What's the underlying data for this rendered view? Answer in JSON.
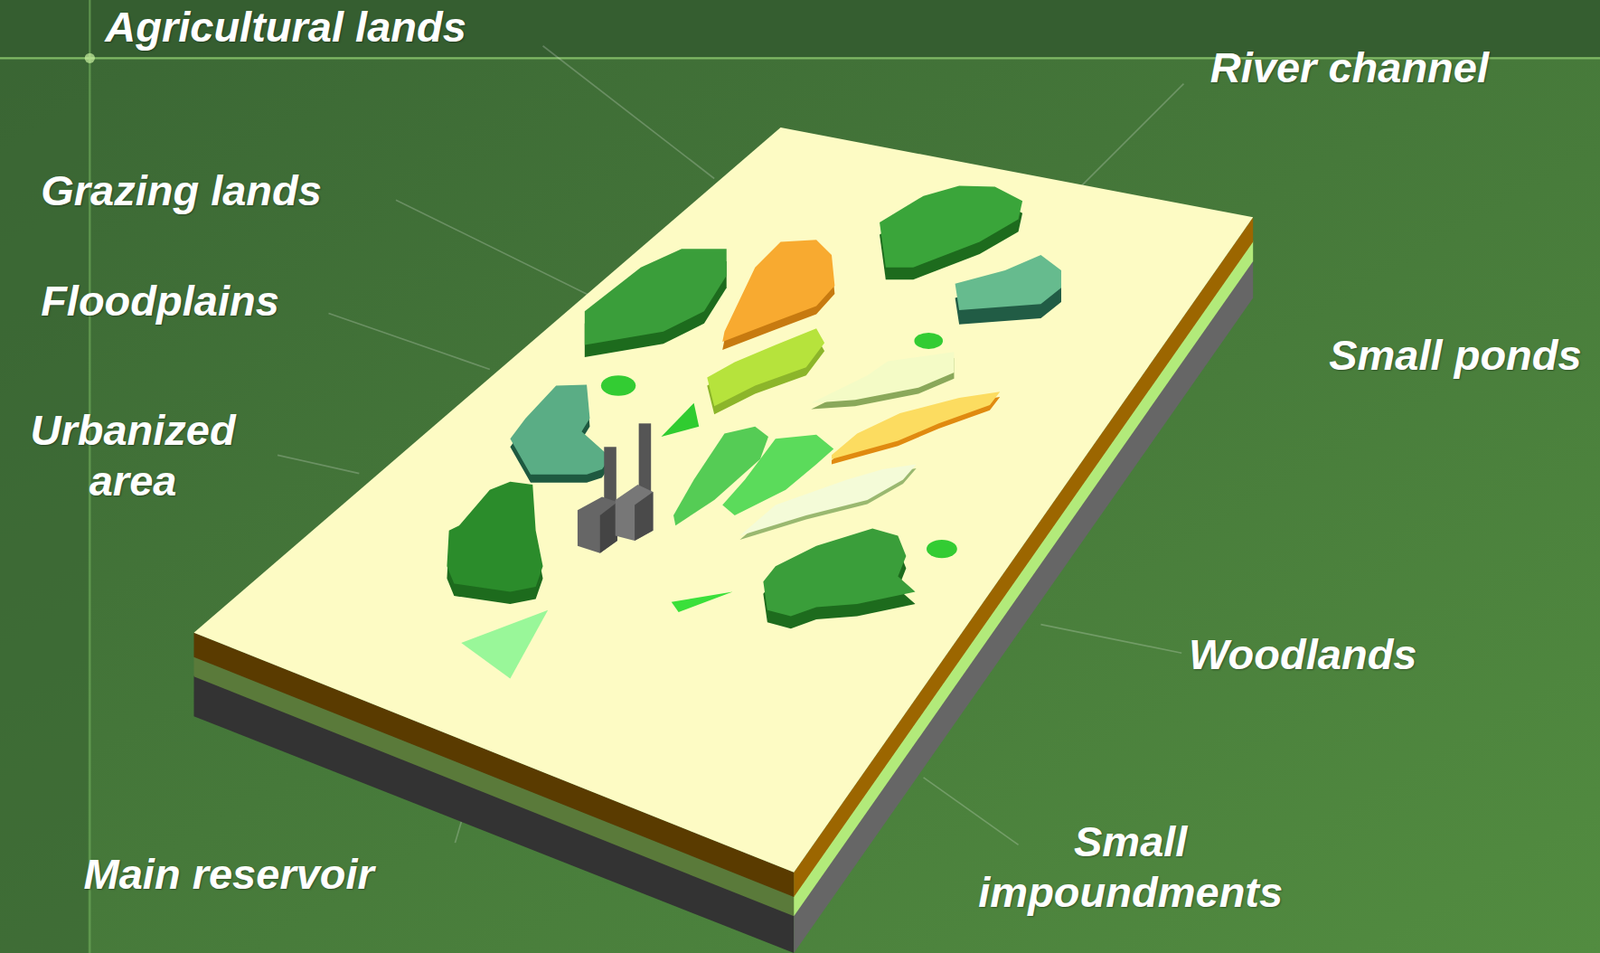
{
  "diagram": {
    "labels": [
      "Agricultural lands",
      "River channel",
      "Grazing lands",
      "Floodplains",
      "Urbanized area",
      "Small ponds",
      "Woodlands",
      "Main reservoir",
      "Small impoundments"
    ]
  }
}
